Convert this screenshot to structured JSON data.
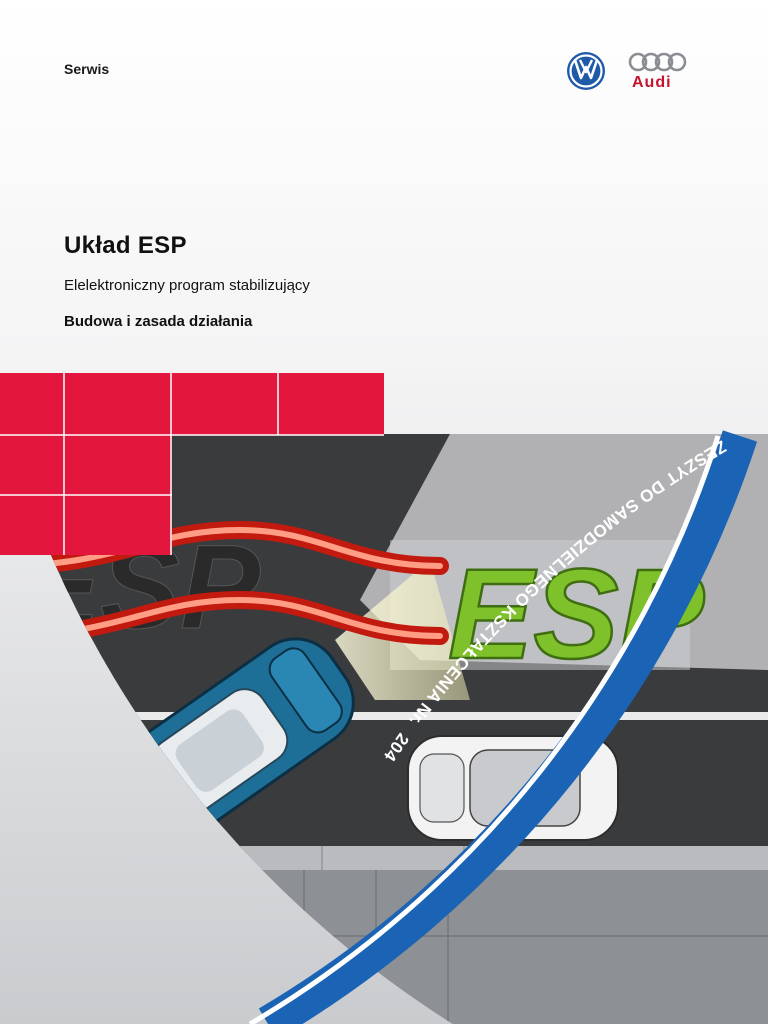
{
  "header": {
    "service_label": "Serwis",
    "audi_label": "Audi"
  },
  "cover": {
    "title": "Układ ESP",
    "subtitle": "Elelektroniczny program stabilizujący",
    "subtitle2": "Budowa i zasada działania"
  },
  "illustration": {
    "display_text": "ESP",
    "faded_text": "ESP"
  },
  "series": {
    "label": "ZESZYT DO SAMODZIELNEGO KSZTAŁCENIA Nr.",
    "number": "204"
  },
  "colors": {
    "brand_red": "#e3173e",
    "vw_blue": "#1e5aa8",
    "audi_red": "#c4122f",
    "band_blue": "#1b63b4",
    "display_green": "#7ec12b",
    "car_blue": "#1d6f97"
  }
}
